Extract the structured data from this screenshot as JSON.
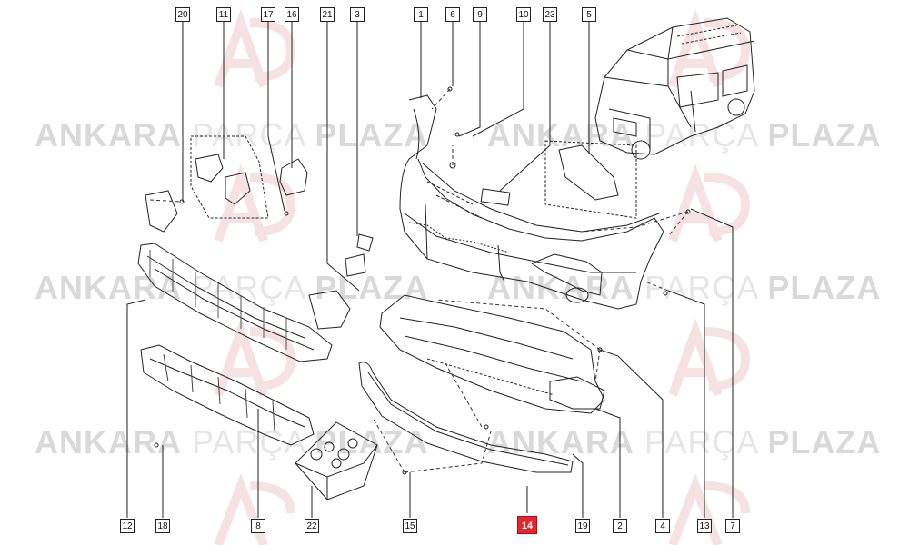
{
  "watermark": {
    "word1": "ANKARA",
    "word2": "PARÇA",
    "word3": "PLAZA"
  },
  "callouts": [
    "20",
    "11",
    "17",
    "16",
    "21",
    "3",
    "1",
    "6",
    "9",
    "10",
    "23",
    "5",
    "12",
    "18",
    "8",
    "22",
    "15",
    "14",
    "19",
    "2",
    "4",
    "13",
    "7"
  ],
  "highlighted_callout": "14",
  "colors": {
    "highlight": "#e8262a",
    "line": "#222222",
    "watermark": "#d9d9d9"
  }
}
